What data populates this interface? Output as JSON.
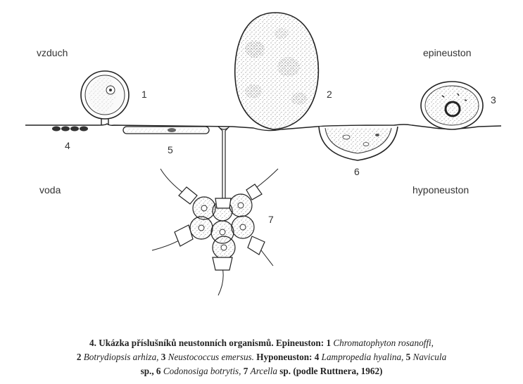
{
  "figure": {
    "labels": {
      "air": "vzduch",
      "water": "voda",
      "epineuston": "epineuston",
      "hyponeuston": "hyponeuston"
    },
    "numbers": [
      "1",
      "2",
      "3",
      "4",
      "5",
      "6",
      "7"
    ]
  },
  "caption": {
    "figure_number": "4.",
    "lead": "Ukázka příslušníků neustonních organismů.",
    "epi_label": "Epineuston:",
    "n1": "1",
    "s1": "Chromatophyton rosanoffi,",
    "n2": "2",
    "s2": "Botrydiopsis arhiza,",
    "n3": "3",
    "s3": "Neustococcus emersus.",
    "hypo_label": "Hyponeuston:",
    "n4": "4",
    "s4": "Lampropedia hyalina,",
    "n5": "5",
    "s5": "Navicula",
    "s5b": "sp.,",
    "n6": "6",
    "s6": "Codonosiga botrytis,",
    "n7": "7",
    "s7": "Arcella",
    "tail": "sp. (podle Ruttnera, 1962)"
  }
}
